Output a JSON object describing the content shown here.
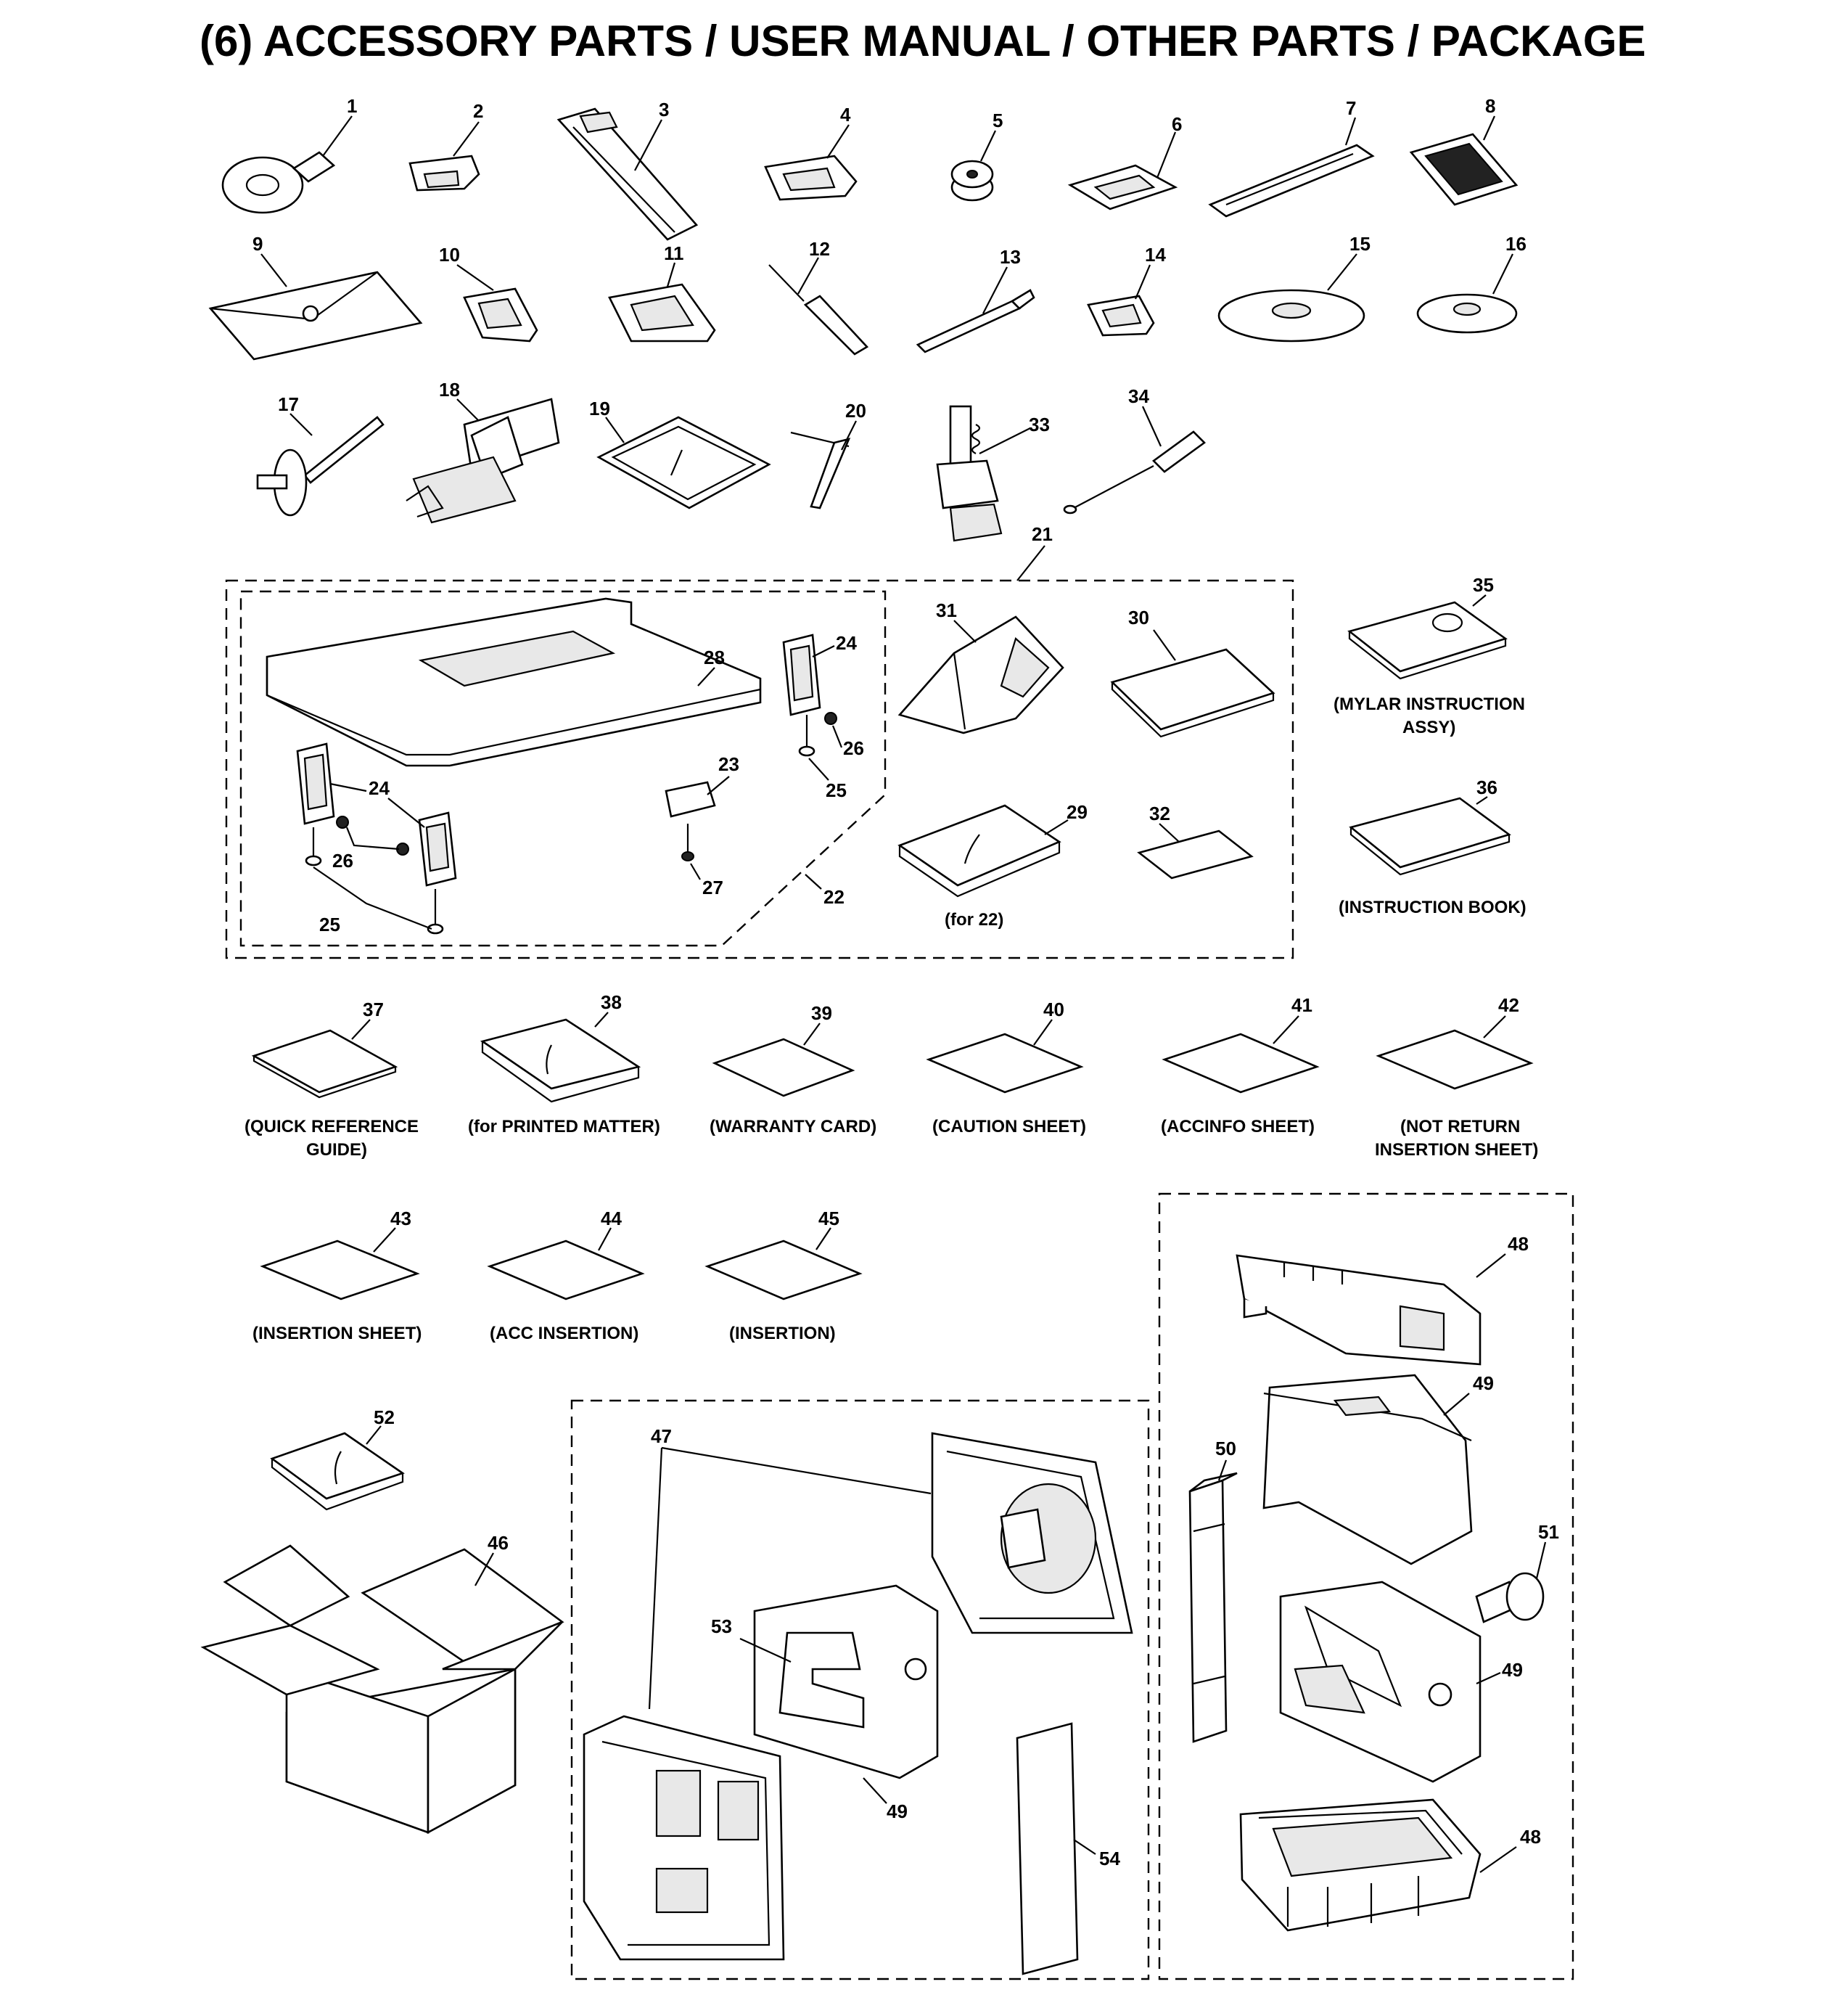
{
  "title": "(6) ACCESSORY PARTS / USER MANUAL / OTHER PARTS / PACKAGE",
  "parts": [
    {
      "no": "1",
      "label": ""
    },
    {
      "no": "2",
      "label": ""
    },
    {
      "no": "3",
      "label": ""
    },
    {
      "no": "4",
      "label": ""
    },
    {
      "no": "5",
      "label": ""
    },
    {
      "no": "6",
      "label": ""
    },
    {
      "no": "7",
      "label": ""
    },
    {
      "no": "8",
      "label": ""
    },
    {
      "no": "9",
      "label": ""
    },
    {
      "no": "10",
      "label": ""
    },
    {
      "no": "11",
      "label": ""
    },
    {
      "no": "12",
      "label": ""
    },
    {
      "no": "13",
      "label": ""
    },
    {
      "no": "14",
      "label": ""
    },
    {
      "no": "15",
      "label": ""
    },
    {
      "no": "16",
      "label": ""
    },
    {
      "no": "17",
      "label": ""
    },
    {
      "no": "18",
      "label": ""
    },
    {
      "no": "19",
      "label": ""
    },
    {
      "no": "20",
      "label": ""
    },
    {
      "no": "33",
      "label": ""
    },
    {
      "no": "34",
      "label": ""
    },
    {
      "no": "21",
      "label": ""
    },
    {
      "no": "22",
      "label": ""
    },
    {
      "no": "23",
      "label": ""
    },
    {
      "no": "24",
      "label": ""
    },
    {
      "no": "25",
      "label": ""
    },
    {
      "no": "26",
      "label": ""
    },
    {
      "no": "27",
      "label": ""
    },
    {
      "no": "28",
      "label": ""
    },
    {
      "no": "29",
      "label": "(for 22)"
    },
    {
      "no": "30",
      "label": ""
    },
    {
      "no": "31",
      "label": ""
    },
    {
      "no": "32",
      "label": ""
    },
    {
      "no": "35",
      "label": "(MYLAR INSTRUCTION ASSY)"
    },
    {
      "no": "36",
      "label": "(INSTRUCTION BOOK)"
    },
    {
      "no": "37",
      "label": "(QUICK REFERENCE GUIDE)"
    },
    {
      "no": "38",
      "label": "(for PRINTED MATTER)"
    },
    {
      "no": "39",
      "label": "(WARRANTY CARD)"
    },
    {
      "no": "40",
      "label": "(CAUTION SHEET)"
    },
    {
      "no": "41",
      "label": "(ACCINFO SHEET)"
    },
    {
      "no": "42",
      "label": "(NOT RETURN INSERTION SHEET)"
    },
    {
      "no": "43",
      "label": "(INSERTION SHEET)"
    },
    {
      "no": "44",
      "label": "(ACC INSERTION)"
    },
    {
      "no": "45",
      "label": "(INSERTION)"
    },
    {
      "no": "46",
      "label": ""
    },
    {
      "no": "47",
      "label": ""
    },
    {
      "no": "48",
      "label": ""
    },
    {
      "no": "49",
      "label": ""
    },
    {
      "no": "50",
      "label": ""
    },
    {
      "no": "51",
      "label": ""
    },
    {
      "no": "52",
      "label": ""
    },
    {
      "no": "53",
      "label": ""
    },
    {
      "no": "54",
      "label": ""
    }
  ],
  "labels": {
    "n1": "1",
    "n2": "2",
    "n3": "3",
    "n4": "4",
    "n5": "5",
    "n6": "6",
    "n7": "7",
    "n8": "8",
    "n9": "9",
    "n10": "10",
    "n11": "11",
    "n12": "12",
    "n13": "13",
    "n14": "14",
    "n15": "15",
    "n16": "16",
    "n17": "17",
    "n18": "18",
    "n19": "19",
    "n20": "20",
    "n33": "33",
    "n34": "34",
    "n21": "21",
    "n22": "22",
    "n23": "23",
    "n24": "24",
    "n25": "25",
    "n26": "26",
    "n27": "27",
    "n28": "28",
    "n29": "29",
    "n30": "30",
    "n31": "31",
    "n32": "32",
    "n35": "35",
    "n36": "36",
    "n37": "37",
    "n38": "38",
    "n39": "39",
    "n40": "40",
    "n41": "41",
    "n42": "42",
    "n43": "43",
    "n44": "44",
    "n45": "45",
    "n46": "46",
    "n47": "47",
    "n48": "48",
    "n49": "49",
    "n50": "50",
    "n51": "51",
    "n52": "52",
    "n53": "53",
    "n54": "54",
    "for22": "(for 22)",
    "c35a": "(MYLAR INSTRUCTION",
    "c35b": "ASSY)",
    "c36": "(INSTRUCTION BOOK)",
    "c37a": "(QUICK REFERENCE",
    "c37b": "GUIDE)",
    "c38": "(for PRINTED MATTER)",
    "c39": "(WARRANTY CARD)",
    "c40": "(CAUTION SHEET)",
    "c41": "(ACCINFO SHEET)",
    "c42a": "(NOT RETURN",
    "c42b": "INSERTION SHEET)",
    "c43": "(INSERTION SHEET)",
    "c44": "(ACC INSERTION)",
    "c45": "(INSERTION)"
  }
}
